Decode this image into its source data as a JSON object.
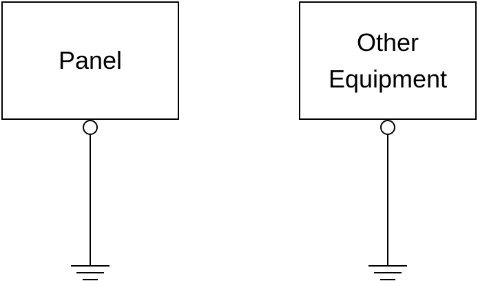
{
  "panel": {
    "label": "Panel"
  },
  "other_equipment": {
    "label_line1": "Other",
    "label_line2": "Equipment"
  },
  "colors": {
    "stroke": "#000000",
    "background": "#ffffff"
  }
}
